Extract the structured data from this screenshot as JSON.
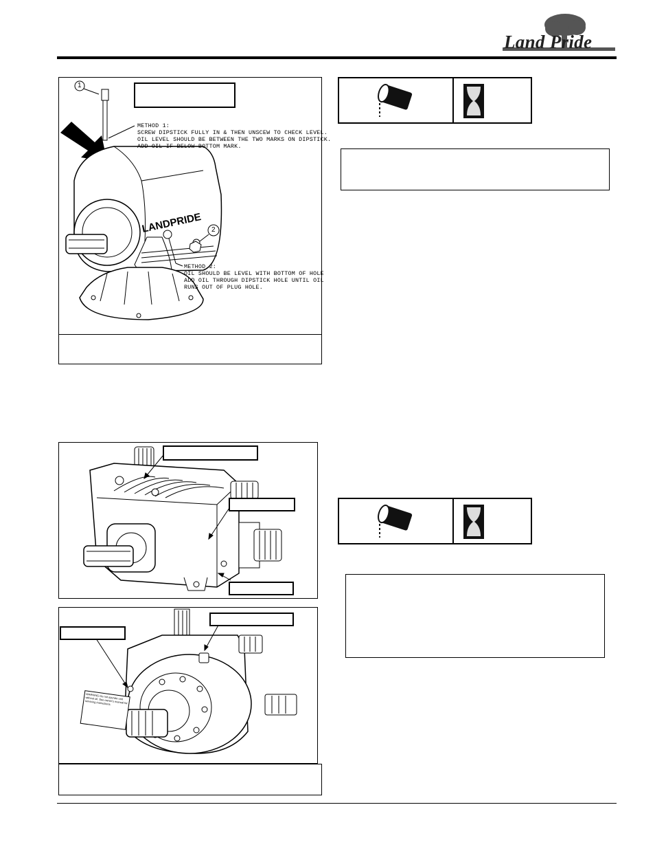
{
  "logo": {
    "text": "Land Pride"
  },
  "figure1": {
    "callout_1": "1",
    "callout_2": "2",
    "method1": "METHOD 1:\nSCREW DIPSTICK FULLY IN & THEN UNSCEW TO CHECK LEVEL.\nOIL LEVEL SHOULD BE BETWEEN THE TWO MARKS ON DIPSTICK.\nADD OIL IF BELOW BOTTOM MARK.",
    "method2": "METHOD 2:\nOIL SHOULD BE LEVEL WITH BOTTOM OF HOLE\nADD OIL THROUGH DIPSTICK HOLE UNTIL OIL\nRUNS OUT OF PLUG HOLE.",
    "housing_text": "LANDPRIDE"
  },
  "figure3": {
    "decal_text": "WARNING Do not operate unit without oil. See owner's manual for servicing instructions."
  },
  "icons": {
    "oil_can": "oil-can-icon",
    "hourglass": "hourglass-icon"
  }
}
